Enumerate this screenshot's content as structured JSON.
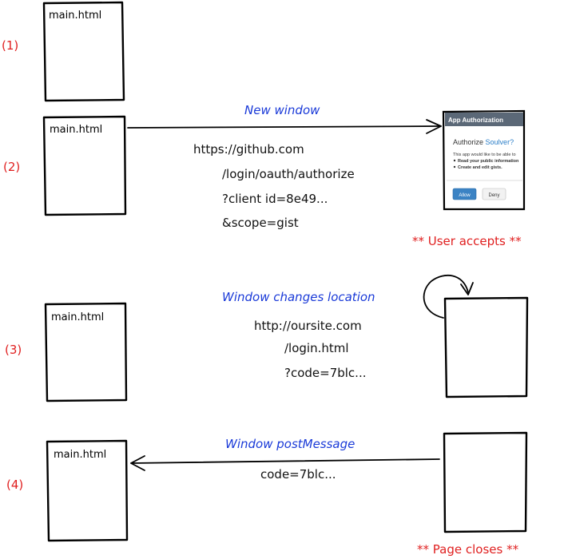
{
  "colors": {
    "step": "#e02020",
    "action": "#1a3ad8",
    "note": "#e02020",
    "stroke": "#000000",
    "appauth_header": "#5b6877",
    "appauth_link": "#2a7ec8",
    "allow_button": "#3b83c4"
  },
  "steps": [
    {
      "number": "(1)",
      "box_label": "main.html"
    },
    {
      "number": "(2)",
      "box_label": "main.html",
      "action": "New window",
      "url_lines": [
        "https://github.com",
        "/login/oauth/authorize",
        "?client id=8e49...",
        "&scope=gist"
      ],
      "note": "** User accepts **"
    },
    {
      "number": "(3)",
      "box_label": "main.html",
      "action": "Window changes location",
      "url_lines": [
        "http://oursite.com",
        "/login.html",
        "?code=7blc..."
      ]
    },
    {
      "number": "(4)",
      "box_label": "main.html",
      "action": "Window postMessage",
      "url_lines": [
        "code=7blc..."
      ],
      "note": "** Page closes **"
    }
  ],
  "app_authorization": {
    "header": "App Authorization",
    "prompt": "Authorize",
    "app_name": "Soulver?",
    "description": "This app would like to be able to",
    "permissions": [
      "Read your public information",
      "Create and edit gists."
    ],
    "allow_label": "Allow",
    "deny_label": "Deny"
  }
}
